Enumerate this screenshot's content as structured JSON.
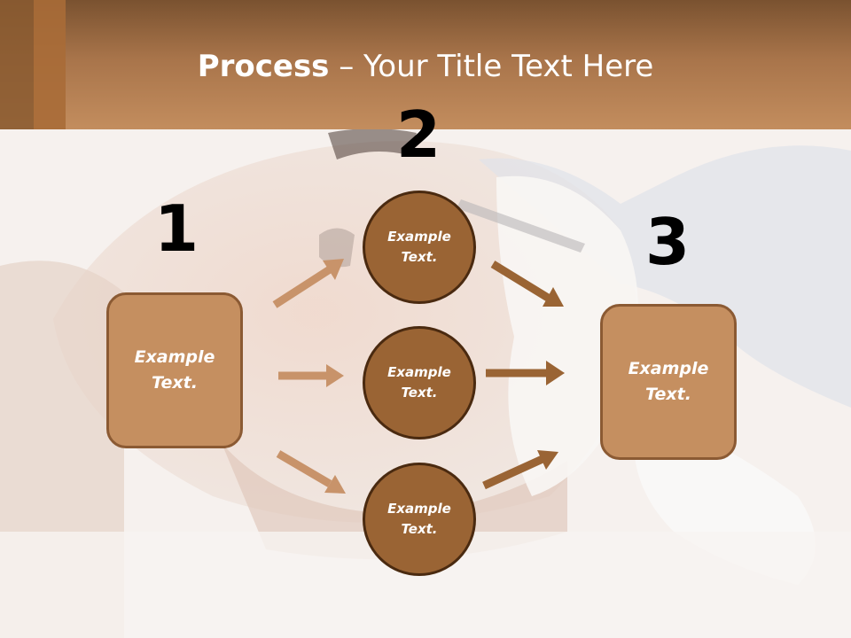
{
  "slide": {
    "title_bold": "Process",
    "title_rest": " – Your Title Text Here"
  },
  "steps": {
    "n1": "1",
    "n2": "2",
    "n3": "3"
  },
  "nodes": {
    "left_box": "Example Text.",
    "circle_top": "Example Text.",
    "circle_middle": "Example Text.",
    "circle_bottom": "Example Text.",
    "right_box": "Example Text."
  },
  "colors": {
    "header": "#b07a4c",
    "box_fill": "#c58f60",
    "circle_fill": "#9a6434",
    "arrow_light": "#c8936a",
    "arrow_dark": "#9a6434"
  }
}
